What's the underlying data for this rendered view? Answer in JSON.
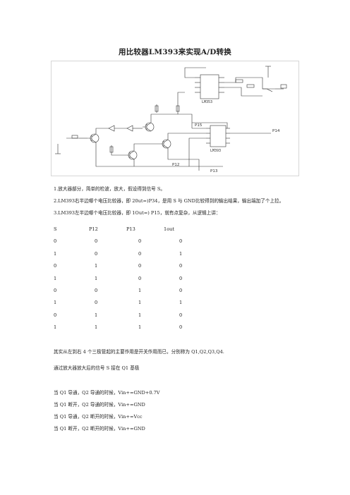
{
  "document": {
    "title": "用比较器LM393来实现A/D转换",
    "schematic": {
      "chip_labels": [
        "LM353",
        "LM393"
      ],
      "net_labels": [
        "P15",
        "P14",
        "P12",
        "P13"
      ]
    },
    "paragraphs": [
      "1.放大器部分，简单的检波，放大，假设得到信号 S。",
      "2.LM393右半边哪个电压比较器，即 20ut=)P34，是用 S 与 GND比较得到的输出结果，输出端加了个上拉。",
      "3.LM393左半边哪个电压比较器，即 1Out=) P15，就有点复杂，从逻辑上讲："
    ],
    "truth_table": {
      "headers": [
        "S",
        "P12",
        "P13",
        "1out"
      ],
      "rows": [
        [
          "0",
          "0",
          "0",
          "0"
        ],
        [
          "1",
          "0",
          "0",
          "1"
        ],
        [
          "0",
          "1",
          "0",
          "0"
        ],
        [
          "1",
          "1",
          "0",
          "0"
        ],
        [
          "0",
          "0",
          "1",
          "0"
        ],
        [
          "1",
          "0",
          "1",
          "1"
        ],
        [
          "0",
          "1",
          "1",
          "0"
        ],
        [
          "1",
          "1",
          "1",
          "0"
        ]
      ]
    },
    "after_table": [
      "其实从左到右 4 个三极管起的主要作用是开关作用而已，分别称为 Q1,Q2,Q3,Q4.",
      "通过放大器放大后的信号 S 接在 Q1 基极",
      "当 Q1 导通，Q2 导通的时候，Vin+=GND+0.7V",
      "当 Q1 断开，Q2 导通的时候，Vin+=GND",
      "当 Q1 导通，Q2 断开的时候，Vin+=Vcc",
      "当 Q1 断开，Q2 断开的时候，Vin+=GND"
    ]
  }
}
